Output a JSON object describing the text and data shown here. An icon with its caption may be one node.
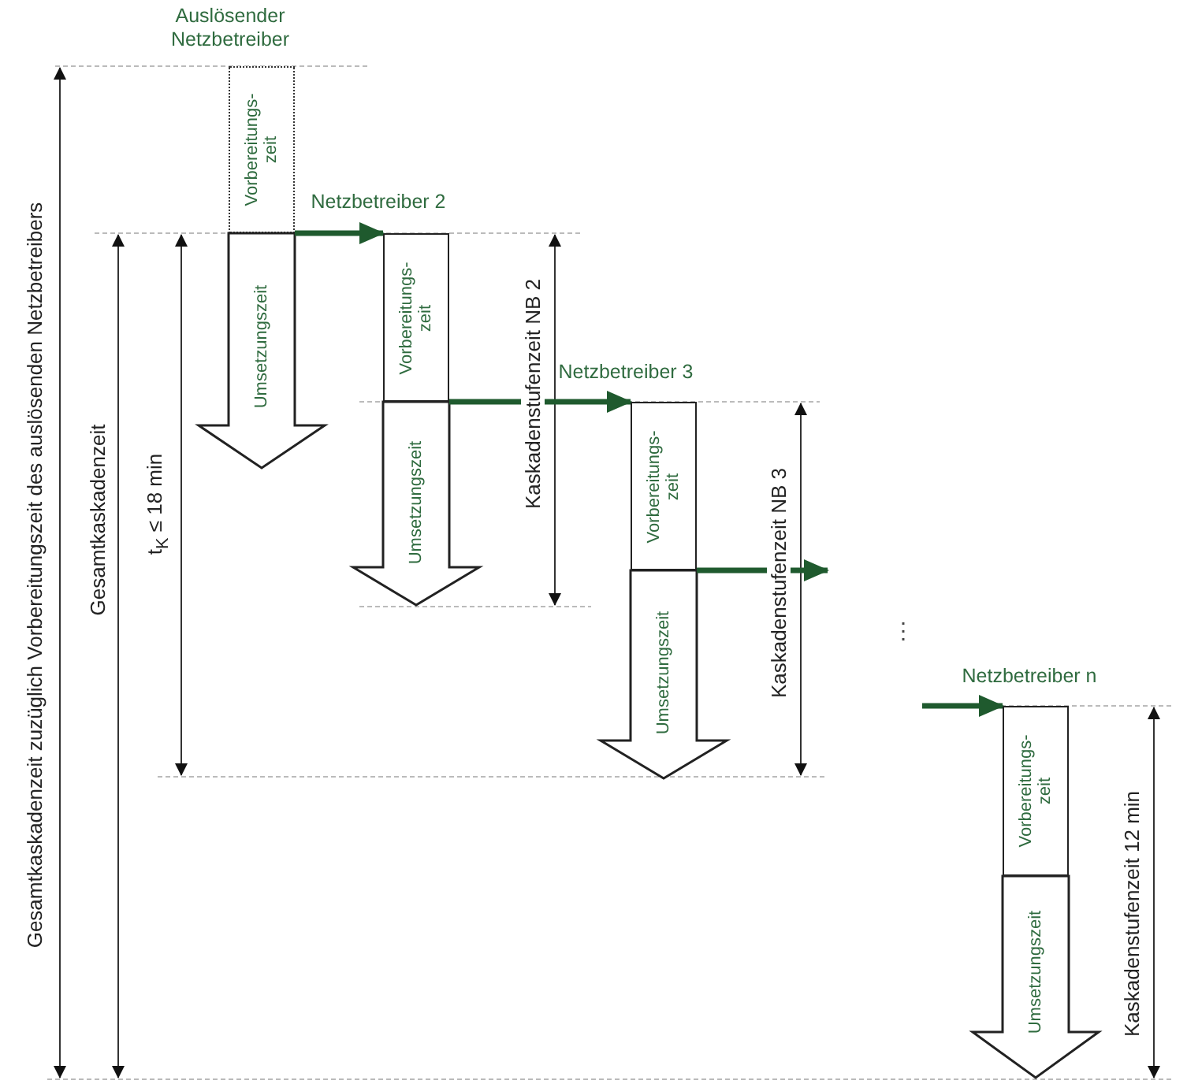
{
  "diagram": {
    "nodes": [
      {
        "text": [
          "Auslösender Netzbetreiber",
          "Vorbereitungs- zeit"
        ]
      },
      {
        "text": [
          "Umsetzungszeit"
        ]
      },
      {
        "text": [
          "Netzbetreiber 2",
          "Vorbereitungs- zeit"
        ]
      },
      {
        "text": [
          "Umsetzungszeit"
        ]
      },
      {
        "text": [
          "Netzbetreiber 3",
          "Vorbereitungs- zeit"
        ]
      },
      {
        "text": [
          "Umsetzungszeit"
        ]
      },
      {
        "text": [
          "Netzbetreiber n",
          "Vorbereitungs- zeit"
        ]
      },
      {
        "text": [
          "Umsetzungszeit"
        ]
      }
    ],
    "edges": [
      {
        "from": 0,
        "to": 2,
        "arrow": "to"
      },
      {
        "from": 2,
        "to": 4,
        "arrow": "to"
      },
      {
        "from": 4,
        "to": null,
        "arrow": "to"
      },
      {
        "from": null,
        "to": 6,
        "arrow": "to"
      }
    ],
    "labels": [
      "Gesamtkaskadenzeit zuzüglich Vorbereitungszeit des auslösenden Netzbetreibers",
      "Gesamtkaskadenzeit",
      "t$_{K}$ ≤ 18 min",
      "Kaskadenstufenzeit NB 2",
      "Kaskadenstufenzeit NB 3",
      "⋮",
      "Kaskadenstufenzeit 12 min"
    ]
  }
}
